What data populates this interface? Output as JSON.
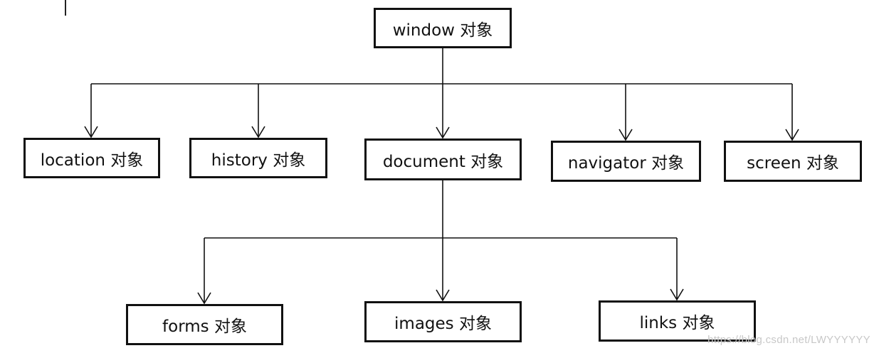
{
  "nodes": {
    "window": "window 对象",
    "location": "location 对象",
    "history": "history 对象",
    "document": "document 对象",
    "navigator": "navigator 对象",
    "screen": "screen 对象",
    "forms": "forms 对象",
    "images": "images 对象",
    "links": "links 对象"
  },
  "edges": [
    [
      "window",
      "location"
    ],
    [
      "window",
      "history"
    ],
    [
      "window",
      "document"
    ],
    [
      "window",
      "navigator"
    ],
    [
      "window",
      "screen"
    ],
    [
      "document",
      "forms"
    ],
    [
      "document",
      "images"
    ],
    [
      "document",
      "links"
    ]
  ],
  "watermark": "https://blog.csdn.net/LWYYYYYY",
  "colors": {
    "line": "#111111",
    "box_border": "#111111",
    "watermark": "#c8c8c8"
  }
}
